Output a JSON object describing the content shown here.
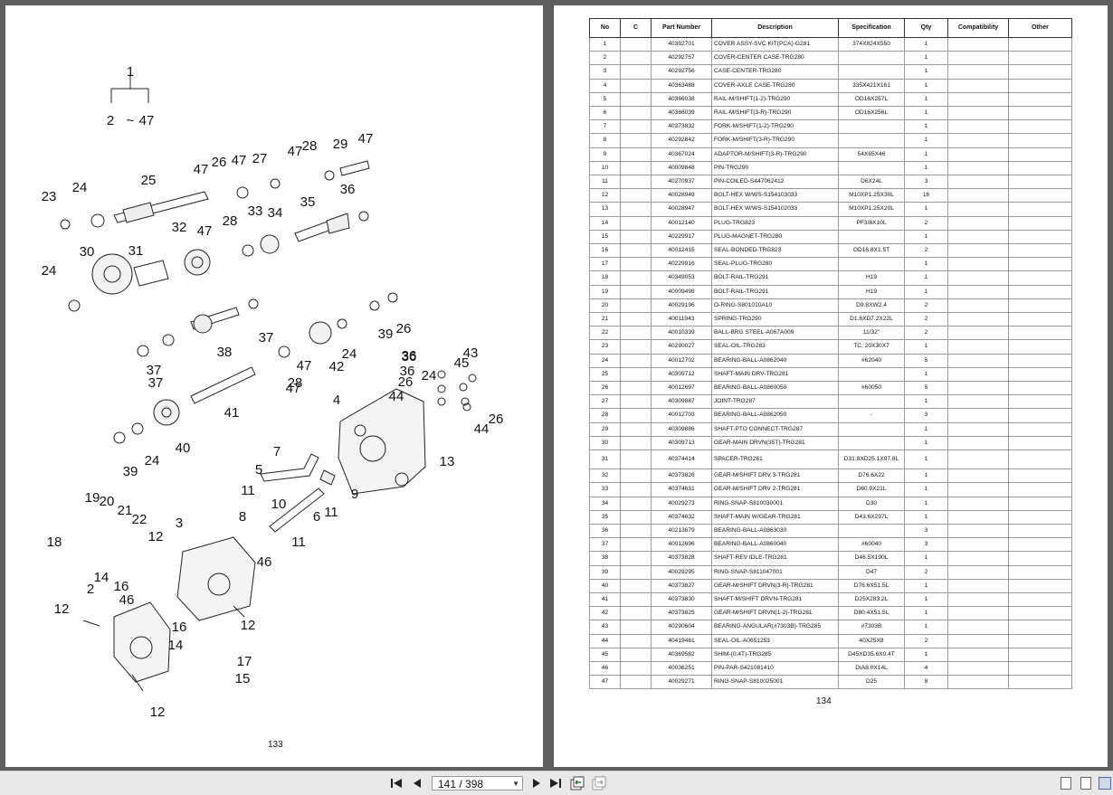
{
  "left_page": {
    "page_number": "133",
    "callouts": [
      "1",
      "2",
      "~",
      "47",
      "23",
      "24",
      "25",
      "47",
      "26",
      "47",
      "27",
      "47",
      "28",
      "29",
      "47",
      "36",
      "35",
      "33",
      "34",
      "28",
      "47",
      "32",
      "30",
      "31",
      "24",
      "37",
      "38",
      "37",
      "37",
      "36",
      "24",
      "39",
      "26",
      "47",
      "42",
      "28",
      "47",
      "43",
      "36",
      "45",
      "36",
      "24",
      "26",
      "44",
      "4",
      "26",
      "44",
      "41",
      "40",
      "39",
      "24",
      "13",
      "7",
      "5",
      "11",
      "9",
      "10",
      "6",
      "11",
      "19",
      "20",
      "21",
      "22",
      "3",
      "18",
      "12",
      "8",
      "11",
      "46",
      "2",
      "14",
      "16",
      "46",
      "12",
      "12",
      "16",
      "14",
      "17",
      "15",
      "12"
    ]
  },
  "right_page": {
    "page_number": "134",
    "table": {
      "headers": [
        "No",
        "C",
        "Part Number",
        "Description",
        "Specification",
        "Qty",
        "Compatibility",
        "Other"
      ],
      "rows": [
        [
          "1",
          "",
          "40392701",
          "COVER ASSY-SVC KIT(PCA)-G281",
          "374X824X550",
          "1"
        ],
        [
          "2",
          "",
          "40292757",
          "COVER-CENTER CASE-TRG280",
          "",
          "1"
        ],
        [
          "3",
          "",
          "40292756",
          "CASE-CENTER-TRG280",
          "",
          "1"
        ],
        [
          "4",
          "",
          "40363488",
          "COVER-AXLE CASE-TRG280",
          "335X421X161",
          "1"
        ],
        [
          "5",
          "",
          "40366038",
          "RAIL-M/SHIFT(1-2)-TRG290",
          "OD16X257L",
          "1"
        ],
        [
          "6",
          "",
          "40366039",
          "RAIL-M/SHIFT(3-R)-TRG290",
          "OD16X256L",
          "1"
        ],
        [
          "7",
          "",
          "40373832",
          "FORK-M/SHIFT(1-2)-TRG290",
          "",
          "1"
        ],
        [
          "8",
          "",
          "40292842",
          "FORK-M/SHIFT(3-R)-TRG290",
          "",
          "1"
        ],
        [
          "9",
          "",
          "40367024",
          "ADAPTOR-M/SHIFT(3-R)-TRG290",
          "54X65X46",
          "1"
        ],
        [
          "10",
          "",
          "40009848",
          "PIN-TRG290",
          "",
          "1"
        ],
        [
          "11",
          "",
          "40270937",
          "PIN-COILED-S447062412",
          "D6X24L",
          "3"
        ],
        [
          "12",
          "",
          "40028949",
          "BOLT-HEX W/WS-S154103033",
          "M10XP1.25X30L",
          "16"
        ],
        [
          "13",
          "",
          "40028947",
          "BOLT-HEX W/WS-S154102033",
          "M10XP1.25X20L",
          "1"
        ],
        [
          "14",
          "",
          "40012140",
          "PLUG-TRG823",
          "PF3/8X10L",
          "2"
        ],
        [
          "15",
          "",
          "40229917",
          "PLUG-MAGNET-TRG280",
          "",
          "1"
        ],
        [
          "16",
          "",
          "40012415",
          "SEAL-BONDED-TRG823",
          "OD16.8X1.5T",
          "2"
        ],
        [
          "17",
          "",
          "40229916",
          "SEAL-PLUG-TRG280",
          "",
          "1"
        ],
        [
          "18",
          "",
          "40349053",
          "BOLT-RAIL-TRG291",
          "H19",
          "1"
        ],
        [
          "19",
          "",
          "40009498",
          "BOLT-RAIL-TRG291",
          "H19",
          "1"
        ],
        [
          "20",
          "",
          "40029196",
          "O-RING-S801010A10",
          "D9.8XW2.4",
          "2"
        ],
        [
          "21",
          "",
          "40011943",
          "SPRING-TRG290",
          "D1.6XD7.2X22L",
          "2"
        ],
        [
          "22",
          "",
          "40010339",
          "BALL-BRG STEEL-A067A009",
          "11/32\"",
          "2"
        ],
        [
          "23",
          "",
          "40290027",
          "SEAL-OIL-TRG283",
          "TC, 20X30X7",
          "1"
        ],
        [
          "24",
          "",
          "40012702",
          "BEARING-BALL-A0862040",
          "#62040",
          "5"
        ],
        [
          "25",
          "",
          "40309712",
          "SHAFT-MAIN DRV-TRG281",
          "",
          "1"
        ],
        [
          "26",
          "",
          "40012697",
          "BEARING-BALL-A0860050",
          "#60050",
          "5"
        ],
        [
          "27",
          "",
          "40309887",
          "JOINT-TRG287",
          "",
          "1"
        ],
        [
          "28",
          "",
          "40012703",
          "BEARING-BALL-A0862050",
          "-",
          "3"
        ],
        [
          "29",
          "",
          "40309886",
          "SHAFT-PTO CONNECT-TRG287",
          "",
          "1"
        ],
        [
          "30",
          "",
          "40309713",
          "GEAR-MAIN DRVN(35T)-TRG281",
          "",
          "1"
        ],
        [
          "31",
          "",
          "40374414",
          "SPACER-TRG281",
          "D31.8XD25.1X97.6L",
          "1"
        ],
        [
          "32",
          "",
          "40373826",
          "GEAR-M/SHIFT DRV 3-TRG281",
          "D76.6X22",
          "1"
        ],
        [
          "33",
          "",
          "40374631",
          "GEAR-M/SHIFT DRV 2-TRG281",
          "D60.9X21L",
          "1"
        ],
        [
          "34",
          "",
          "40029273",
          "RING-SNAP-S810030001",
          "D30",
          "1"
        ],
        [
          "35",
          "",
          "40374632",
          "SHAFT-MAIN W/GEAR-TRG281",
          "D43.6X297L",
          "1"
        ],
        [
          "36",
          "",
          "40213679",
          "BEARING-BALL-A0863030",
          "",
          "3"
        ],
        [
          "37",
          "",
          "40012696",
          "BEARING-BALL-A0860040",
          "#60040",
          "3"
        ],
        [
          "38",
          "",
          "40373828",
          "SHAFT-REV IDLE-TRG281",
          "D46.5X190L",
          "1"
        ],
        [
          "39",
          "",
          "40029295",
          "RING-SNAP-S811047001",
          "D47",
          "2"
        ],
        [
          "40",
          "",
          "40373827",
          "GEAR-M/SHIFT DRVN(3-R)-TRG281",
          "D76.6X51.5L",
          "1"
        ],
        [
          "41",
          "",
          "40373830",
          "SHAFT-M/SHIFT DRVN-TRG281",
          "D25X283.2L",
          "1"
        ],
        [
          "42",
          "",
          "40373825",
          "GEAR-M/SHIFT DRVN(1-2)-TRG281",
          "D80.4X51.5L",
          "1"
        ],
        [
          "43",
          "",
          "40290604",
          "BEARING-ANGULAR(#7303B)-TRG285",
          "#7303B",
          "1"
        ],
        [
          "44",
          "",
          "40419461",
          "SEAL-OIL-A0651253",
          "40X25X8",
          "2"
        ],
        [
          "45",
          "",
          "40369582",
          "SHIM-(0.4T)-TRG285",
          "D45XD35.6X0.4T",
          "1"
        ],
        [
          "46",
          "",
          "40036251",
          "PIN-PAR-S421081410",
          "DIA8.0X14L",
          "4"
        ],
        [
          "47",
          "",
          "40029271",
          "RING-SNAP-S810025001",
          "D25",
          "8"
        ]
      ]
    }
  },
  "toolbar": {
    "page_field": "141 / 398",
    "icons": [
      "first-page-icon",
      "previous-page-icon",
      "next-page-icon",
      "last-page-icon",
      "go-back-icon",
      "go-forward-icon",
      "single-page-view-icon",
      "continuous-view-icon",
      "two-page-view-icon"
    ]
  }
}
